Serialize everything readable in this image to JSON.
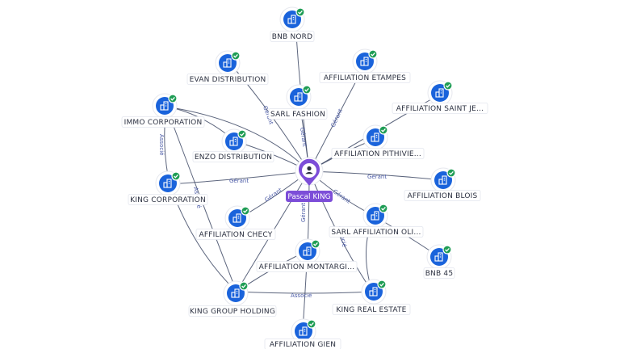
{
  "accent_color": "#1a63db",
  "person_color": "#7c4dd8",
  "check_color": "#1f9d55",
  "center": {
    "id": "pascal",
    "label": "Pascal KING",
    "icon": "person-icon"
  },
  "nodes": [
    {
      "id": "bnb_nord",
      "label": "BNB NORD",
      "icon": "building-icon",
      "verified": true
    },
    {
      "id": "evan",
      "label": "EVAN DISTRIBUTION",
      "icon": "building-icon",
      "verified": true
    },
    {
      "id": "etampes",
      "label": "AFFILIATION ETAMPES",
      "icon": "building-icon",
      "verified": true
    },
    {
      "id": "saintje",
      "label": "AFFILIATION SAINT JE...",
      "icon": "building-icon",
      "verified": true
    },
    {
      "id": "immo",
      "label": "IMMO CORPORATION",
      "icon": "building-icon",
      "verified": true
    },
    {
      "id": "sarl_fashion",
      "label": "SARL FASHION",
      "icon": "building-icon",
      "verified": true
    },
    {
      "id": "pithivie",
      "label": "AFFILIATION PITHIVIE...",
      "icon": "building-icon",
      "verified": true
    },
    {
      "id": "enzo",
      "label": "ENZO DISTRIBUTION",
      "icon": "building-icon",
      "verified": true
    },
    {
      "id": "blois",
      "label": "AFFILIATION BLOIS",
      "icon": "building-icon",
      "verified": true
    },
    {
      "id": "king_corp",
      "label": "KING CORPORATION",
      "icon": "building-icon",
      "verified": true
    },
    {
      "id": "checy",
      "label": "AFFILIATION CHECY",
      "icon": "building-icon",
      "verified": true
    },
    {
      "id": "sarl_oli",
      "label": "SARL AFFILIATION OLI...",
      "icon": "building-icon",
      "verified": true
    },
    {
      "id": "bnb45",
      "label": "BNB 45",
      "icon": "building-icon",
      "verified": true
    },
    {
      "id": "montargi",
      "label": "AFFILIATION MONTARGI...",
      "icon": "building-icon",
      "verified": true
    },
    {
      "id": "kgh",
      "label": "KING GROUP HOLDING",
      "icon": "building-icon",
      "verified": true
    },
    {
      "id": "kre",
      "label": "KING REAL ESTATE",
      "icon": "building-icon",
      "verified": true
    },
    {
      "id": "gien",
      "label": "AFFILIATION GIEN",
      "icon": "building-icon",
      "verified": true
    }
  ],
  "edge_labels": {
    "gerant": "Gérant",
    "associe": "Associé"
  }
}
